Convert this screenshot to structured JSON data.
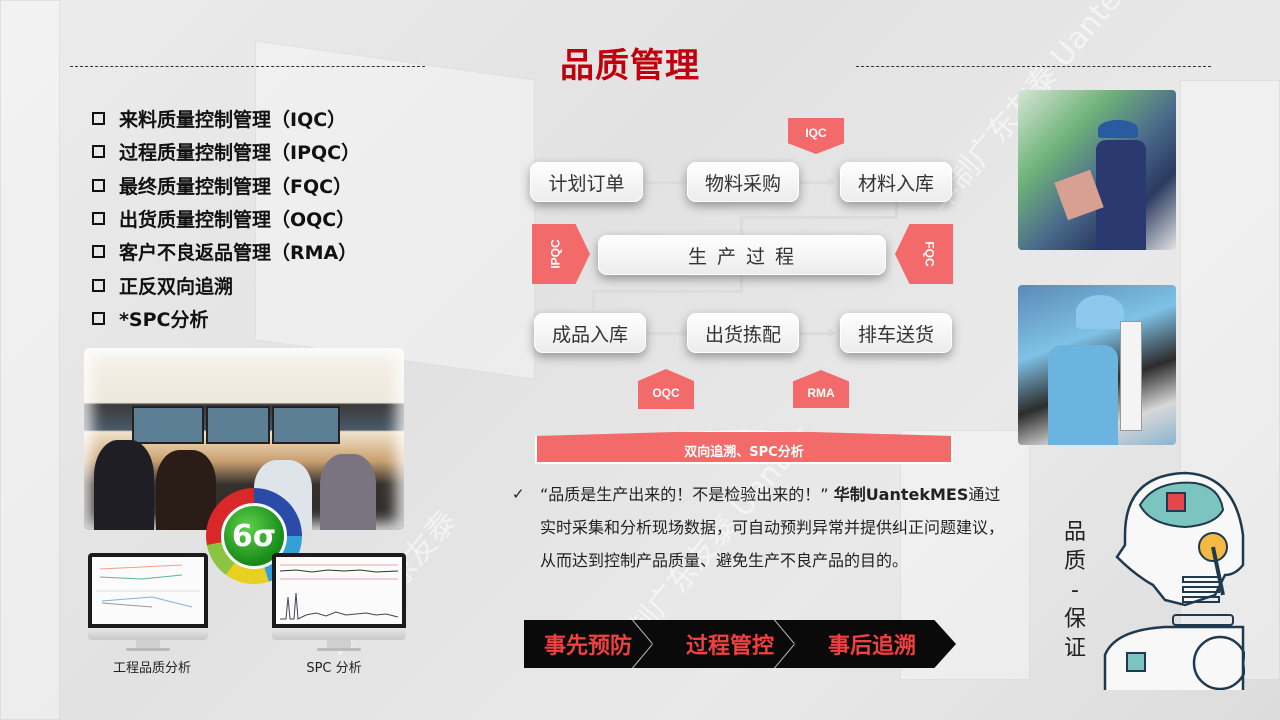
{
  "page": {
    "title": "品质管理",
    "title_color": "#c0000c"
  },
  "bullets": [
    {
      "label": "来料质量控制管理（IQC）"
    },
    {
      "label": "过程质量控制管理（IPQC）"
    },
    {
      "label": "最终质量控制管理（FQC）"
    },
    {
      "label": "出货质量控制管理（OQC）"
    },
    {
      "label": "客户不良返品管理（RMA）"
    },
    {
      "label": "正反双向追溯"
    },
    {
      "label": "*SPC分析"
    }
  ],
  "left_images": {
    "sigma_badge": "6σ",
    "monitors": [
      {
        "label": "工程品质分析"
      },
      {
        "label": "SPC 分析"
      }
    ]
  },
  "flow": {
    "nodes": {
      "plan_order": "计划订单",
      "material_purchase": "物料采购",
      "material_stock_in": "材料入库",
      "production": "生 产 过 程",
      "finished_stock_in": "成品入库",
      "shipment_picking": "出货拣配",
      "dispatch_delivery": "排车送货"
    },
    "tags": {
      "iqc": "IQC",
      "ipqc": "IPQC",
      "fqc": "FQC",
      "oqc": "OQC",
      "rma": "RMA"
    },
    "banner": "双向追溯、SPC分析",
    "tag_color": "#f26a6a"
  },
  "description": {
    "check_icon": "✓",
    "quote": "“品质是生产出来的！不是检验出来的！”",
    "brand": "华制UantekMES",
    "body": "通过实时采集和分析现场数据，可自动预判异常并提供纠正问题建议，从而达到控制产品质量、避免生产不良产品的目的。"
  },
  "steps": [
    {
      "label": "事先预防"
    },
    {
      "label": "过程管控"
    },
    {
      "label": "事后追溯"
    }
  ],
  "robot_label": [
    "品",
    "质",
    "-",
    "保",
    "证"
  ]
}
